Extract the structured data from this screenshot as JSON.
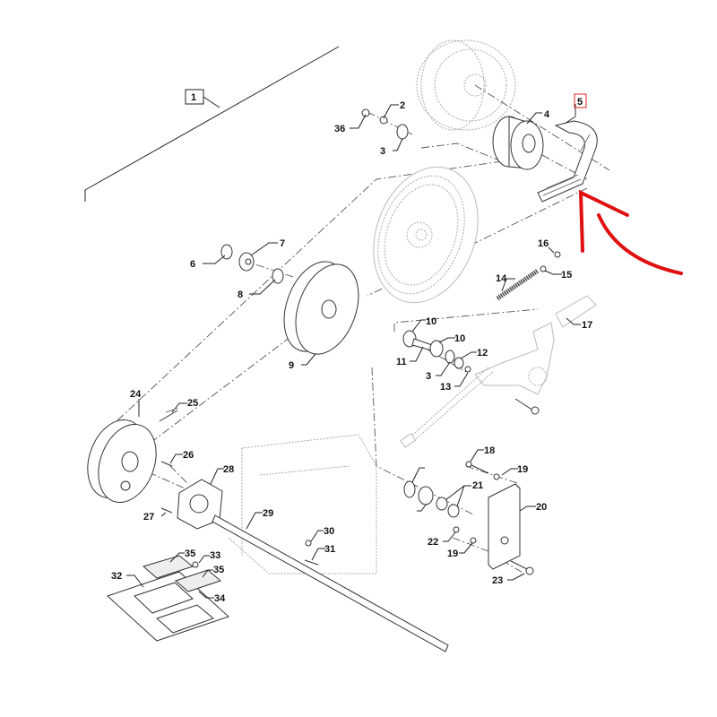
{
  "diagram": {
    "title": "Belt drive assembly exploded parts view",
    "callouts": [
      "1",
      "36",
      "2",
      "3",
      "4",
      "5",
      "6",
      "7",
      "8",
      "9",
      "10",
      "10",
      "11",
      "3",
      "12",
      "13",
      "14",
      "15",
      "16",
      "17",
      "18",
      "19",
      "20",
      "21",
      "22",
      "19",
      "23",
      "24",
      "25",
      "26",
      "27",
      "28",
      "29",
      "30",
      "31",
      "32",
      "33",
      "34",
      "35",
      "35"
    ],
    "highlighted_part": "5",
    "highlight_color": "#e02020",
    "annotation_arrow_color": "#e01010"
  }
}
